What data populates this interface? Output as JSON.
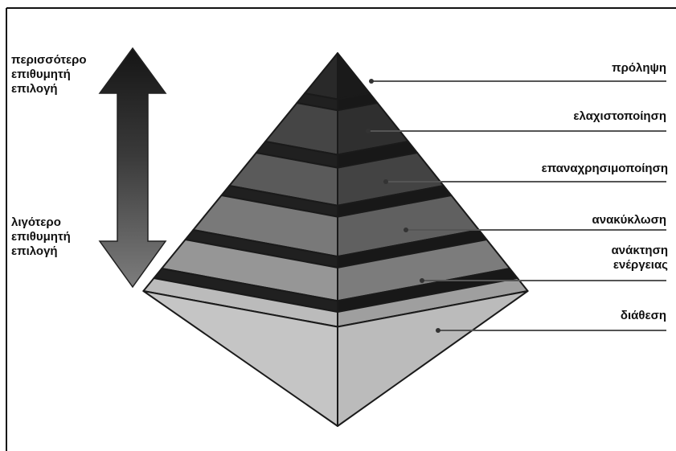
{
  "side_labels": {
    "top": [
      "περισσότερο",
      "επιθυμητή",
      "επιλογή"
    ],
    "bottom": [
      "λιγότερο",
      "επιθυμητή",
      "επιλογή"
    ]
  },
  "levels": [
    {
      "lines": [
        "πρόληψη"
      ],
      "color": "#1e1e1e"
    },
    {
      "lines": [
        "ελαχιστοποίηση"
      ],
      "color": "#353535"
    },
    {
      "lines": [
        "επαναχρησιμοποίηση"
      ],
      "color": "#4c4c4c"
    },
    {
      "lines": [
        "ανακύκλωση"
      ],
      "color": "#6d6d6d"
    },
    {
      "lines": [
        "ανάκτηση",
        "ενέργειας"
      ],
      "color": "#8d8d8d"
    },
    {
      "lines": [
        "διάθεση"
      ],
      "color": "#b5b5b5"
    }
  ]
}
